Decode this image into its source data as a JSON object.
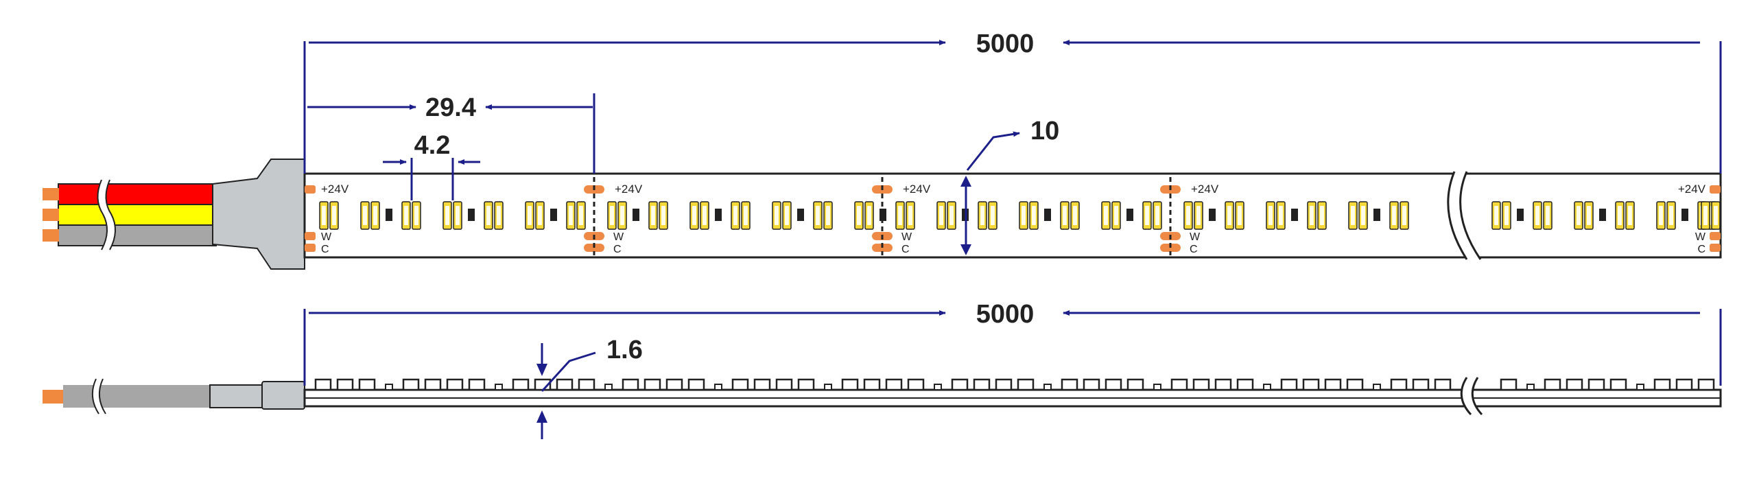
{
  "dimensions": {
    "length_top": "5000",
    "pitch": "29.4",
    "led_spacing": "4.2",
    "width": "10",
    "length_side": "5000",
    "thickness": "1.6"
  },
  "pad_labels": {
    "positive": "+24V",
    "warm": "W",
    "cool": "C"
  },
  "colors": {
    "dimension_line": "#1c1f8a",
    "wire_red": "#ff0000",
    "wire_yellow": "#ffff00",
    "wire_gray": "#a6a6a6",
    "copper": "#f0883e",
    "pad": "#ee8a45",
    "housing": "#c6c9cc",
    "led_warm": "#f5d83a",
    "led_white": "#fffce8",
    "outline": "#222222"
  }
}
